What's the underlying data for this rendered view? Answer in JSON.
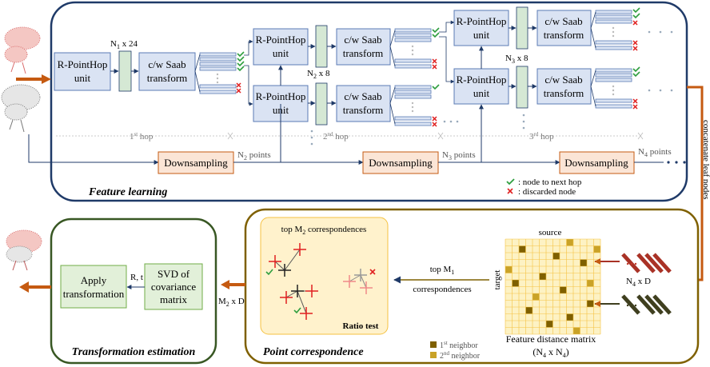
{
  "feature_learning": {
    "title": "Feature learning",
    "rpointhop_line1": "R-PointHop",
    "rpointhop_line2": "unit",
    "saab_line1": "c/w Saab",
    "saab_line2": "transform",
    "downsampling": "Downsampling",
    "n1_prefix": "N",
    "n1_sub": "1",
    "n1_suffix": " x 24",
    "n2_prefix": "N",
    "n2_sub": "2",
    "n2_suffix": " x 8",
    "n3_prefix": "N",
    "n3_sub": "3",
    "n3_suffix": " x 8",
    "n2_points_sub": "2",
    "n3_points_sub": "3",
    "n4_points_sub": "4",
    "points_word": " points",
    "hop1_num": "1",
    "hop1_sup": "st",
    "hop2_num": "2",
    "hop2_sup": "nd",
    "hop3_num": "3",
    "hop3_sup": "rd",
    "hop_word": " hop",
    "legend_check": ": node to next hop",
    "legend_x": ": discarded node"
  },
  "side_label": "concatenate leaf nodes",
  "point_correspondence": {
    "title": "Point correspondence",
    "top_m2_prefix": "top M",
    "top_m2_sub": "2",
    "top_m2_suffix": " correspondences",
    "ratio_test": "Ratio test",
    "top_m1_line1_prefix": "top M",
    "top_m1_line1_sub": "1",
    "top_m1_line2": "correspondences",
    "source": "source",
    "target": "target",
    "matrix_caption": "Feature distance matrix",
    "matrix_size_prefix": "(N",
    "matrix_size_sub1": "4",
    "matrix_size_mid": " x N",
    "matrix_size_sub2": "4",
    "matrix_size_end": ")",
    "n4d_prefix": "N",
    "n4d_sub": "4",
    "n4d_suffix": " x D",
    "neighbor1_num": "1",
    "neighbor1_sup": "st",
    "neighbor2_num": "2",
    "neighbor2_sup": "nd",
    "neighbor_word": " neighbor"
  },
  "transformation": {
    "title": "Transformation estimation",
    "svd_line1": "SVD of",
    "svd_line2": "covariance",
    "svd_line3": "matrix",
    "apply_line1": "Apply",
    "apply_line2": "transformation",
    "rt": "R, t",
    "m2d_prefix": "M",
    "m2d_sub": "2",
    "m2d_suffix": " x D"
  },
  "colors": {
    "feature_border": "#1f3a68",
    "corr_border": "#7f6000",
    "trans_border": "#385723",
    "unit_fill": "#dae3f3",
    "unit_stroke": "#5b7bb5",
    "feature_bar_fill": "#d5e8d4",
    "down_fill": "#fbe5d6",
    "down_stroke": "#c55a11",
    "green_box_fill": "#e2f0d9",
    "arrow": "#c55a11",
    "matrix_light": "#fdf2c4",
    "matrix_grid": "#f5c242",
    "first_neighbor": "#7f6000",
    "second_neighbor": "#c9a227",
    "check": "#2e9e3e",
    "cross": "#e02020"
  }
}
